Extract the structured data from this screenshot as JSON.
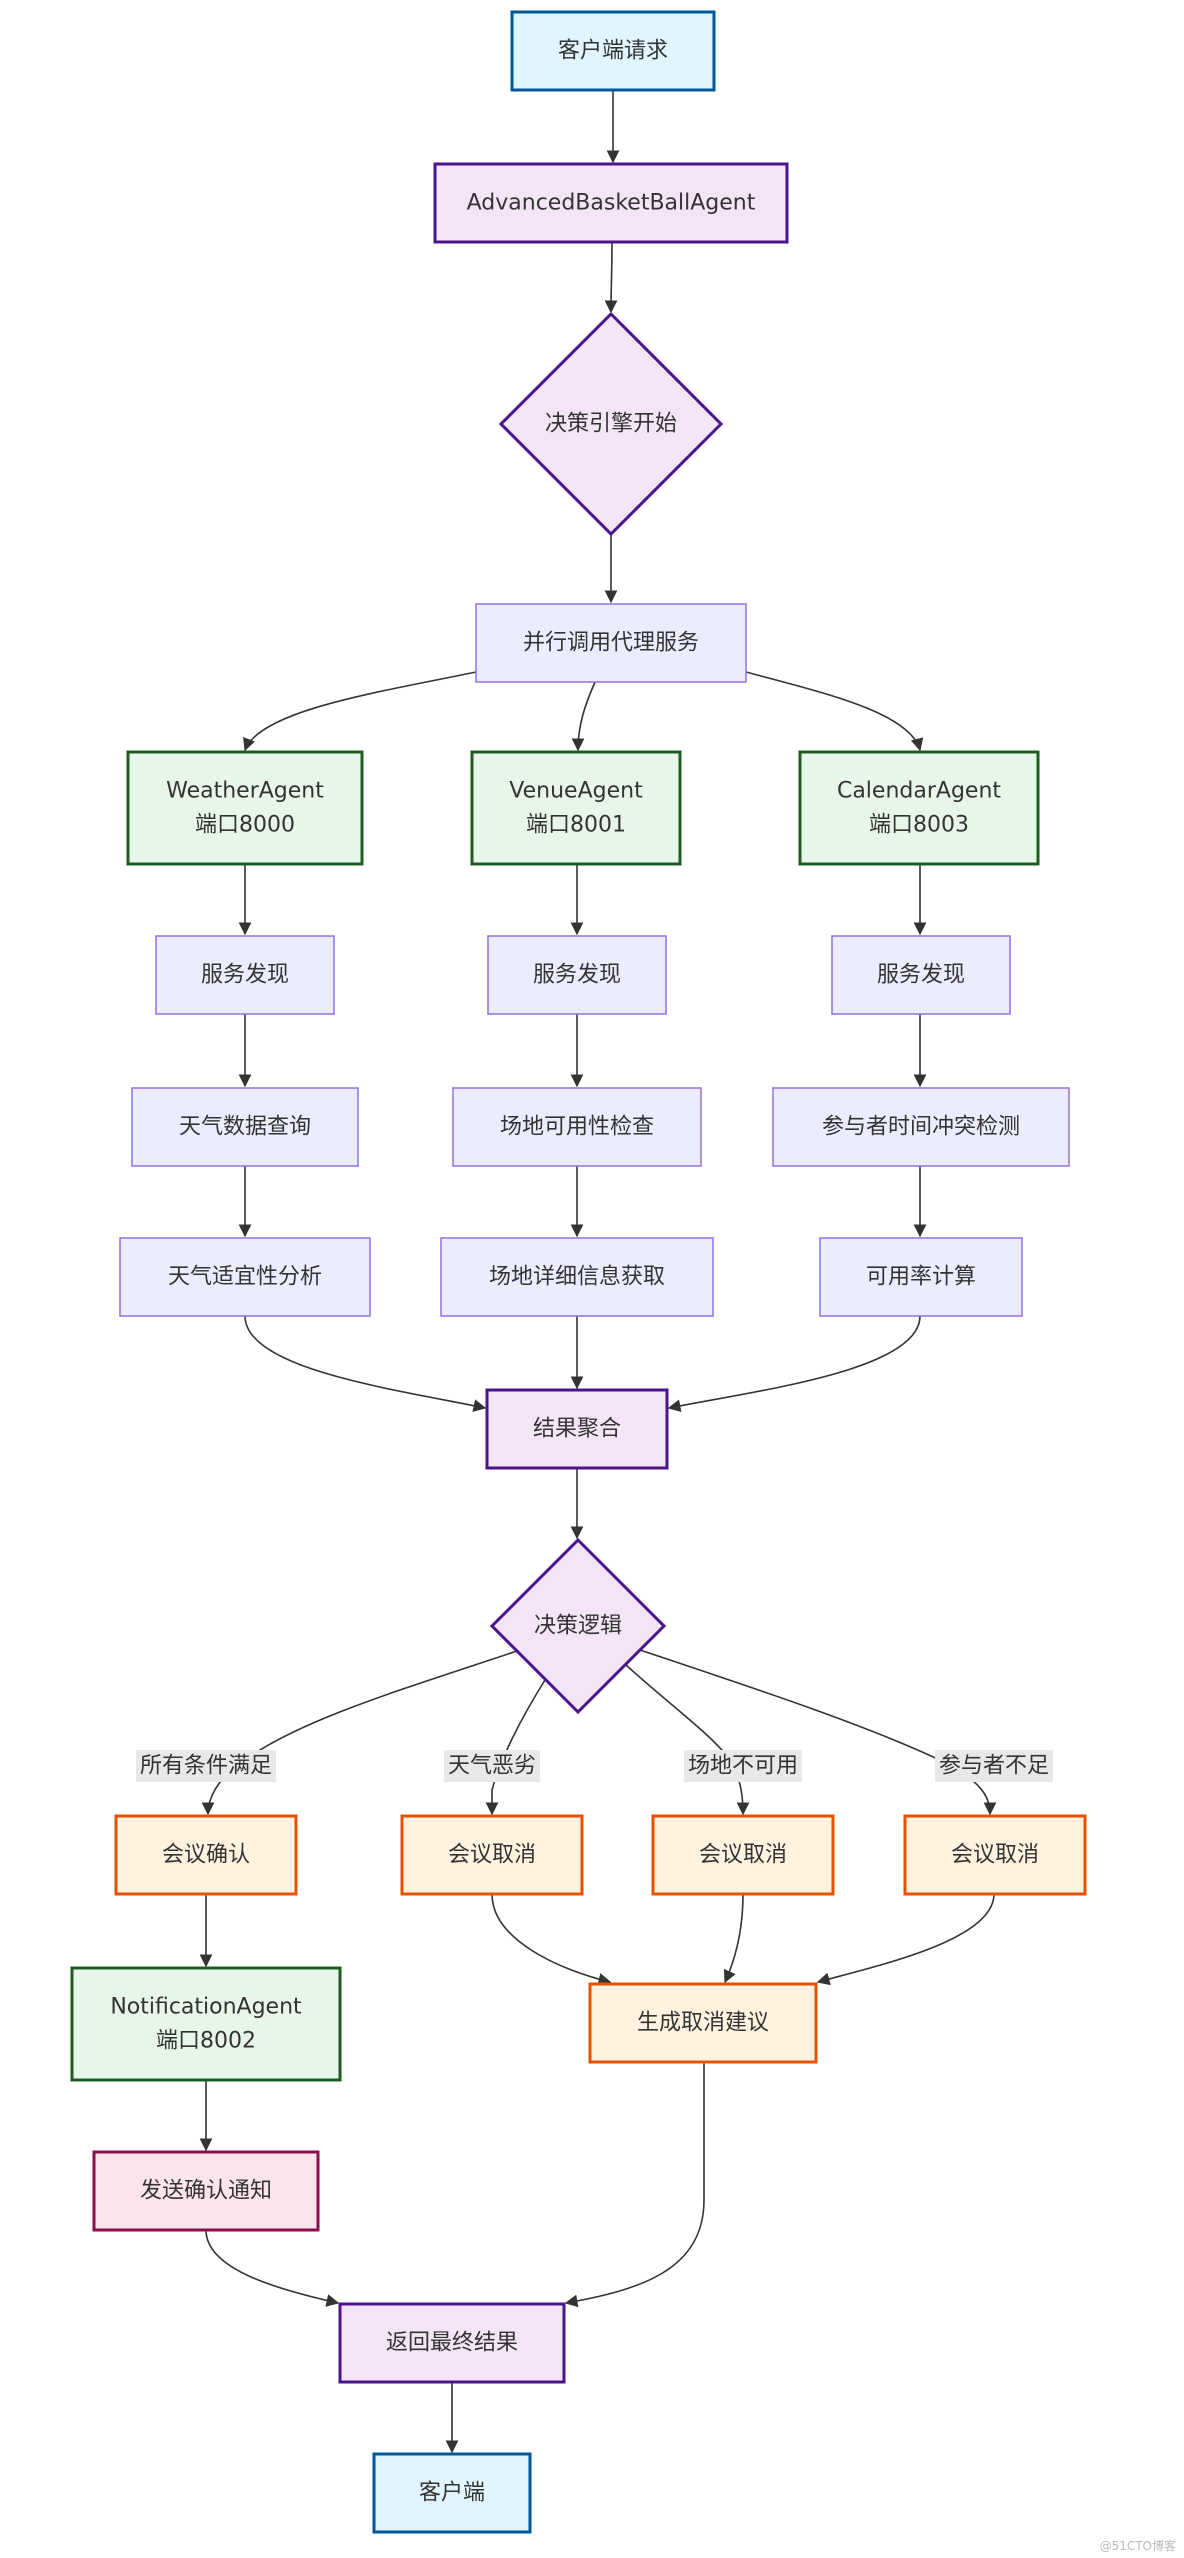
{
  "colors": {
    "blue_fill": "#e1f5fe",
    "blue_stroke": "#01579b",
    "purple_fill": "#f3e5f5",
    "purple_stroke": "#4a148c",
    "green_fill": "#e8f5e9",
    "green_stroke": "#1b5e20",
    "lav_fill": "#ececff",
    "lav_stroke": "#9370db",
    "orange_fill": "#fff3e0",
    "orange_stroke": "#e65100",
    "pink_fill": "#fce4ec",
    "pink_stroke": "#880e4f"
  },
  "nodes": {
    "client_request": {
      "lines": [
        "客户端请求"
      ]
    },
    "advanced_agent": {
      "lines": [
        "AdvancedBasketBallAgent"
      ]
    },
    "decision_start": {
      "lines": [
        "决策引擎开始"
      ]
    },
    "parallel_call": {
      "lines": [
        "并行调用代理服务"
      ]
    },
    "weather_agent": {
      "lines": [
        "WeatherAgent",
        "端口8000"
      ]
    },
    "venue_agent": {
      "lines": [
        "VenueAgent",
        "端口8001"
      ]
    },
    "calendar_agent": {
      "lines": [
        "CalendarAgent",
        "端口8003"
      ]
    },
    "weather_discovery": {
      "lines": [
        "服务发现"
      ]
    },
    "venue_discovery": {
      "lines": [
        "服务发现"
      ]
    },
    "calendar_discovery": {
      "lines": [
        "服务发现"
      ]
    },
    "weather_query": {
      "lines": [
        "天气数据查询"
      ]
    },
    "venue_check": {
      "lines": [
        "场地可用性检查"
      ]
    },
    "calendar_conflict": {
      "lines": [
        "参与者时间冲突检测"
      ]
    },
    "weather_analysis": {
      "lines": [
        "天气适宜性分析"
      ]
    },
    "venue_detail": {
      "lines": [
        "场地详细信息获取"
      ]
    },
    "availability_calc": {
      "lines": [
        "可用率计算"
      ]
    },
    "result_aggregate": {
      "lines": [
        "结果聚合"
      ]
    },
    "decision_logic": {
      "lines": [
        "决策逻辑"
      ]
    },
    "meeting_confirm": {
      "lines": [
        "会议确认"
      ]
    },
    "cancel_weather": {
      "lines": [
        "会议取消"
      ]
    },
    "cancel_venue": {
      "lines": [
        "会议取消"
      ]
    },
    "cancel_participants": {
      "lines": [
        "会议取消"
      ]
    },
    "notification_agent": {
      "lines": [
        "NotificationAgent",
        "端口8002"
      ]
    },
    "send_confirmation": {
      "lines": [
        "发送确认通知"
      ]
    },
    "cancel_suggestion": {
      "lines": [
        "生成取消建议"
      ]
    },
    "return_result": {
      "lines": [
        "返回最终结果"
      ]
    },
    "client": {
      "lines": [
        "客户端"
      ]
    }
  },
  "edge_labels": {
    "all_conditions_met": "所有条件满足",
    "bad_weather": "天气恶劣",
    "venue_unavailable": "场地不可用",
    "insufficient_participants": "参与者不足"
  },
  "watermark": "@51CTO博客"
}
